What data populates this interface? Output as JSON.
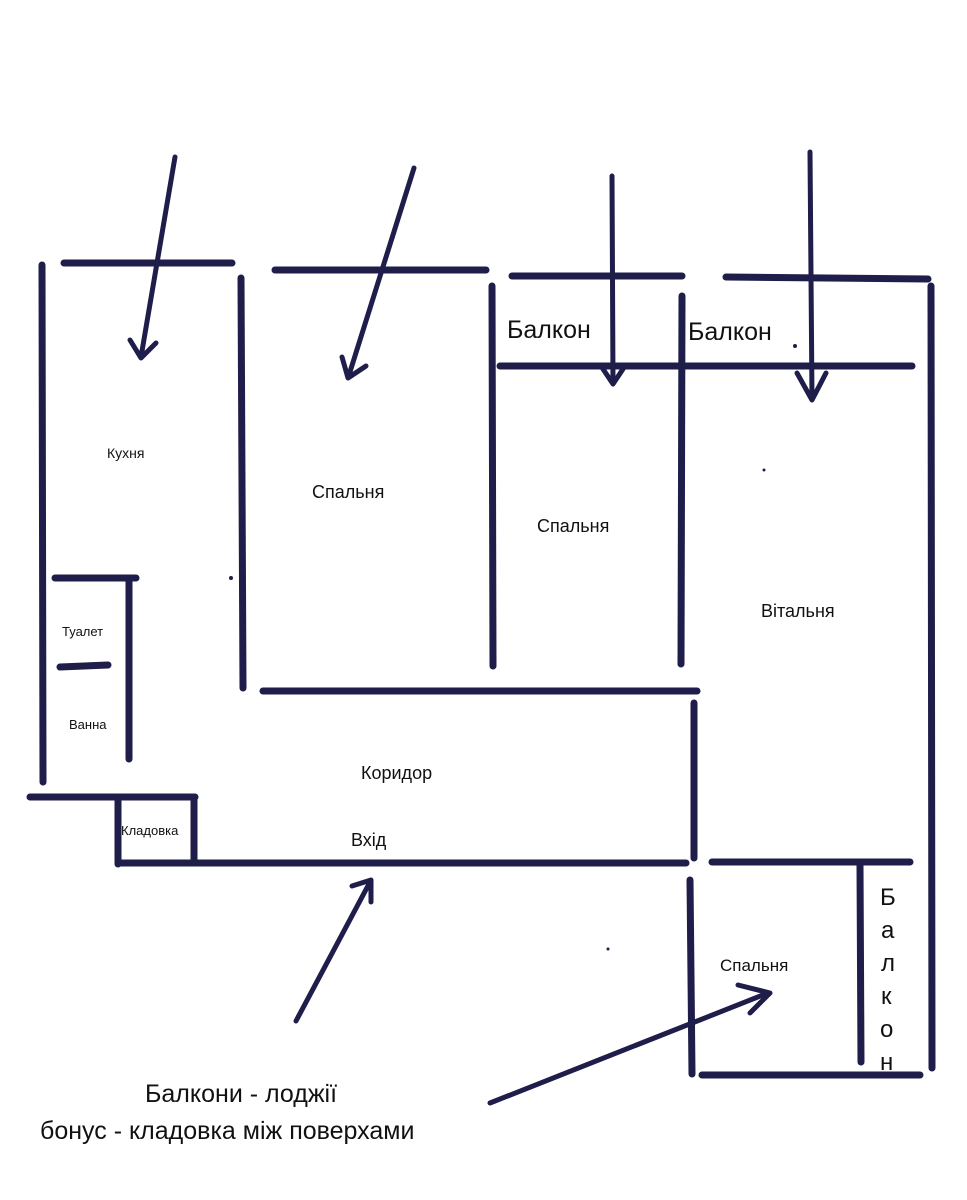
{
  "colors": {
    "ink": "#1f1d4a",
    "text": "#111111",
    "background": "#ffffff"
  },
  "rooms": {
    "kitchen": "Кухня",
    "bedroom_1": "Спальня",
    "bedroom_2": "Спальня",
    "living_room": "Вітальня",
    "toilet": "Туалет",
    "bath": "Ванна",
    "corridor": "Коридор",
    "pantry": "Кладовка",
    "entrance": "Вхід",
    "bedroom_3": "Спальня"
  },
  "balconies": {
    "balcony_1": "Балкон",
    "balcony_2": "Балкон",
    "balcony_vertical_letters": [
      "Б",
      "а",
      "л",
      "к",
      "о",
      "н"
    ]
  },
  "notes": {
    "line_1": "Балкони - лоджії",
    "line_2": "бонус - кладовка між поверхами"
  }
}
